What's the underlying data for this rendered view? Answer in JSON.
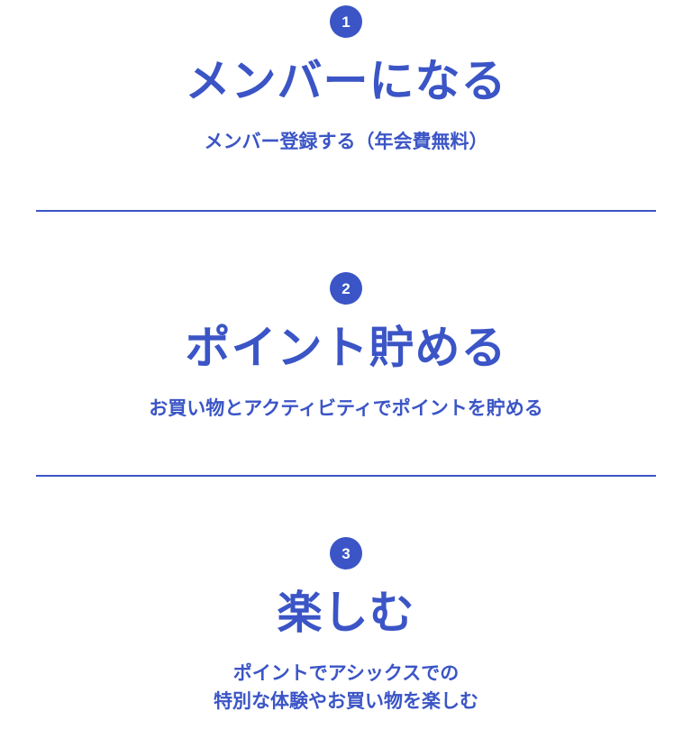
{
  "colors": {
    "accent": "#3b55c6",
    "background": "#ffffff"
  },
  "steps": [
    {
      "number": "1",
      "title": "メンバーになる",
      "subtitle_lines": [
        "メンバー登録する（年会費無料）"
      ]
    },
    {
      "number": "2",
      "title": "ポイント貯める",
      "subtitle_lines": [
        "お買い物とアクティビティでポイントを貯める"
      ]
    },
    {
      "number": "3",
      "title": "楽しむ",
      "subtitle_lines": [
        "ポイントでアシックスでの",
        "特別な体験やお買い物を楽しむ"
      ]
    }
  ]
}
